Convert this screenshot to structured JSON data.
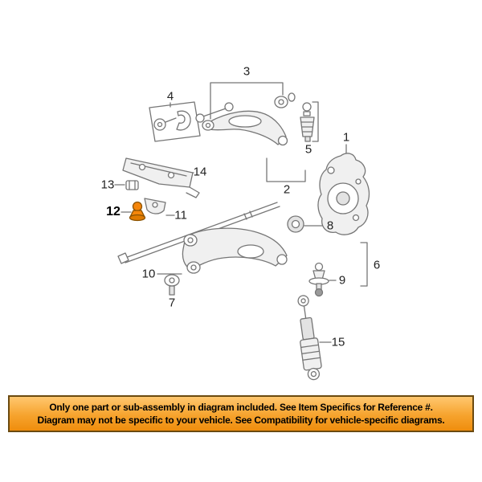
{
  "diagram": {
    "highlighted_part": "12",
    "highlight_color": "#F5860A",
    "line_color": "#767676",
    "callouts": [
      {
        "label": "3"
      },
      {
        "label": "4"
      },
      {
        "label": "1"
      },
      {
        "label": "5"
      },
      {
        "label": "14"
      },
      {
        "label": "13"
      },
      {
        "label": "2"
      },
      {
        "label": "12"
      },
      {
        "label": "11"
      },
      {
        "label": "8"
      },
      {
        "label": "6"
      },
      {
        "label": "10"
      },
      {
        "label": "9"
      },
      {
        "label": "7"
      },
      {
        "label": "15"
      }
    ]
  },
  "banner": {
    "line1": "Only one part or sub-assembly in diagram included. See Item Specifics for Reference #.",
    "line2": "Diagram may not be specific to your vehicle. See Compatibility for vehicle-specific diagrams.",
    "background_top": "#FFC76F",
    "background_bottom": "#EF8D0D",
    "border_color": "#6B4A10",
    "text_color": "#000000"
  }
}
